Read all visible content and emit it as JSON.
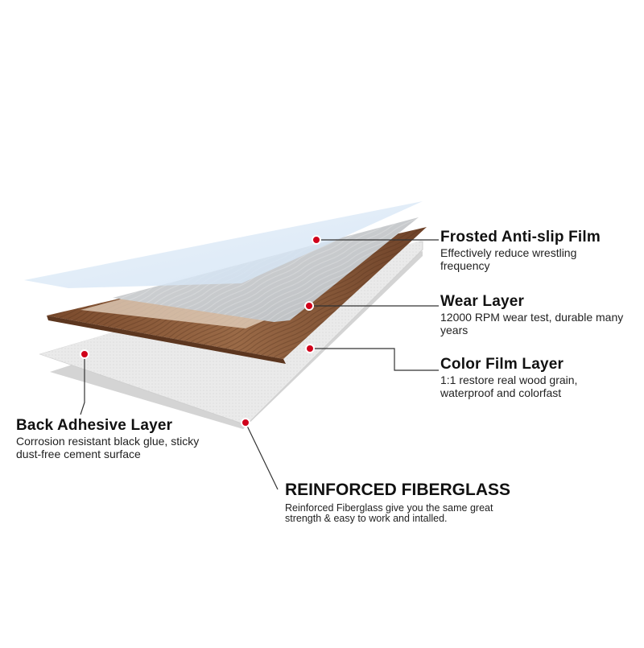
{
  "callouts": {
    "frosted_film": {
      "title": "Frosted Anti-slip Film",
      "description": "Effectively reduce wrestling frequency"
    },
    "wear_layer": {
      "title": "Wear Layer",
      "description": "12000 RPM wear test, durable many years"
    },
    "color_film": {
      "title": "Color Film Layer",
      "description": "1:1 restore real wood grain, waterproof and colorfast"
    },
    "back_adhesive": {
      "title": "Back Adhesive Layer",
      "description": "Corrosion resistant black glue, sticky dust-free cement surface"
    },
    "fiberglass": {
      "title": "REINFORCED FIBERGLASS",
      "description": "Reinforced Fiberglass give you the same great strength & easy to work and intalled."
    }
  },
  "colors": {
    "marker": "#d0021b",
    "leader_line": "#333333",
    "film": "#dbe9f7",
    "wear_gray": "#c9cccf",
    "wood_brown": "#8a5a3a",
    "base_gray": "#e6e6e6"
  }
}
